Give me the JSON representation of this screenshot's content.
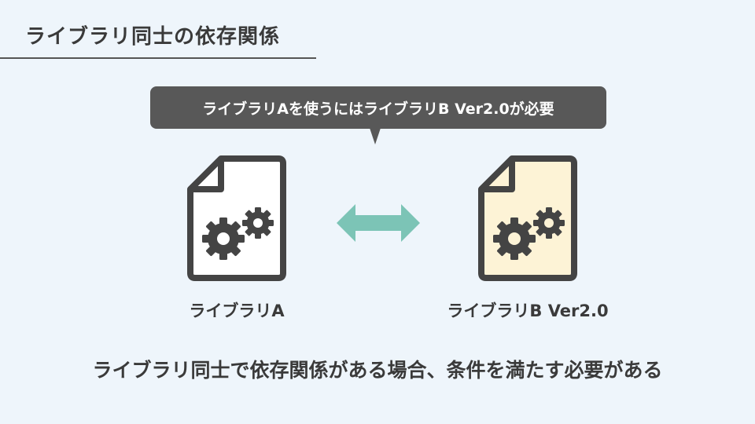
{
  "title": "ライブラリ同士の依存関係",
  "callout": {
    "text": "ライブラリAを使うにはライブラリB Ver2.0が必要"
  },
  "library_a": {
    "label": "ライブラリA",
    "icon": "gear-document-icon",
    "fill_color": "#ffffff"
  },
  "library_b": {
    "label": "ライブラリB Ver2.0",
    "icon": "gear-document-icon",
    "fill_color": "#fdf3d6"
  },
  "connector": {
    "icon": "double-arrow-icon",
    "color": "#7cc4b6"
  },
  "summary": "ライブラリ同士で依存関係がある場合、条件を満たす必要がある",
  "colors": {
    "background": "#eef5fb",
    "callout": "#585858",
    "outline": "#444444"
  }
}
